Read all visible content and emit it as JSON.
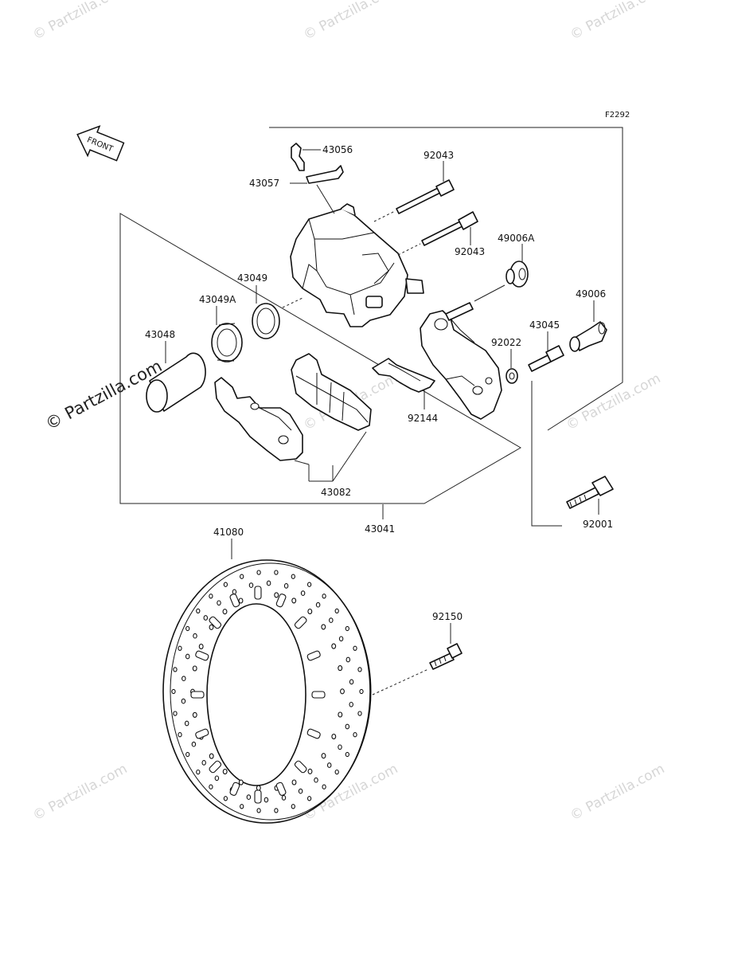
{
  "diagram": {
    "figure_code": "F2292",
    "front_label": "FRONT",
    "watermark": "© Partzilla.com",
    "watermark_small": "© Partzilla.com",
    "parts": {
      "p43056": "43056",
      "p43057": "43057",
      "p92043a": "92043",
      "p92043b": "92043",
      "p49006a": "49006A",
      "p43049": "43049",
      "p43049a": "43049A",
      "p49006": "49006",
      "p43045": "43045",
      "p43048": "43048",
      "p92022": "92022",
      "p92144": "92144",
      "p43082": "43082",
      "p43041": "43041",
      "p92001": "92001",
      "p41080": "41080",
      "p92150": "92150"
    }
  }
}
